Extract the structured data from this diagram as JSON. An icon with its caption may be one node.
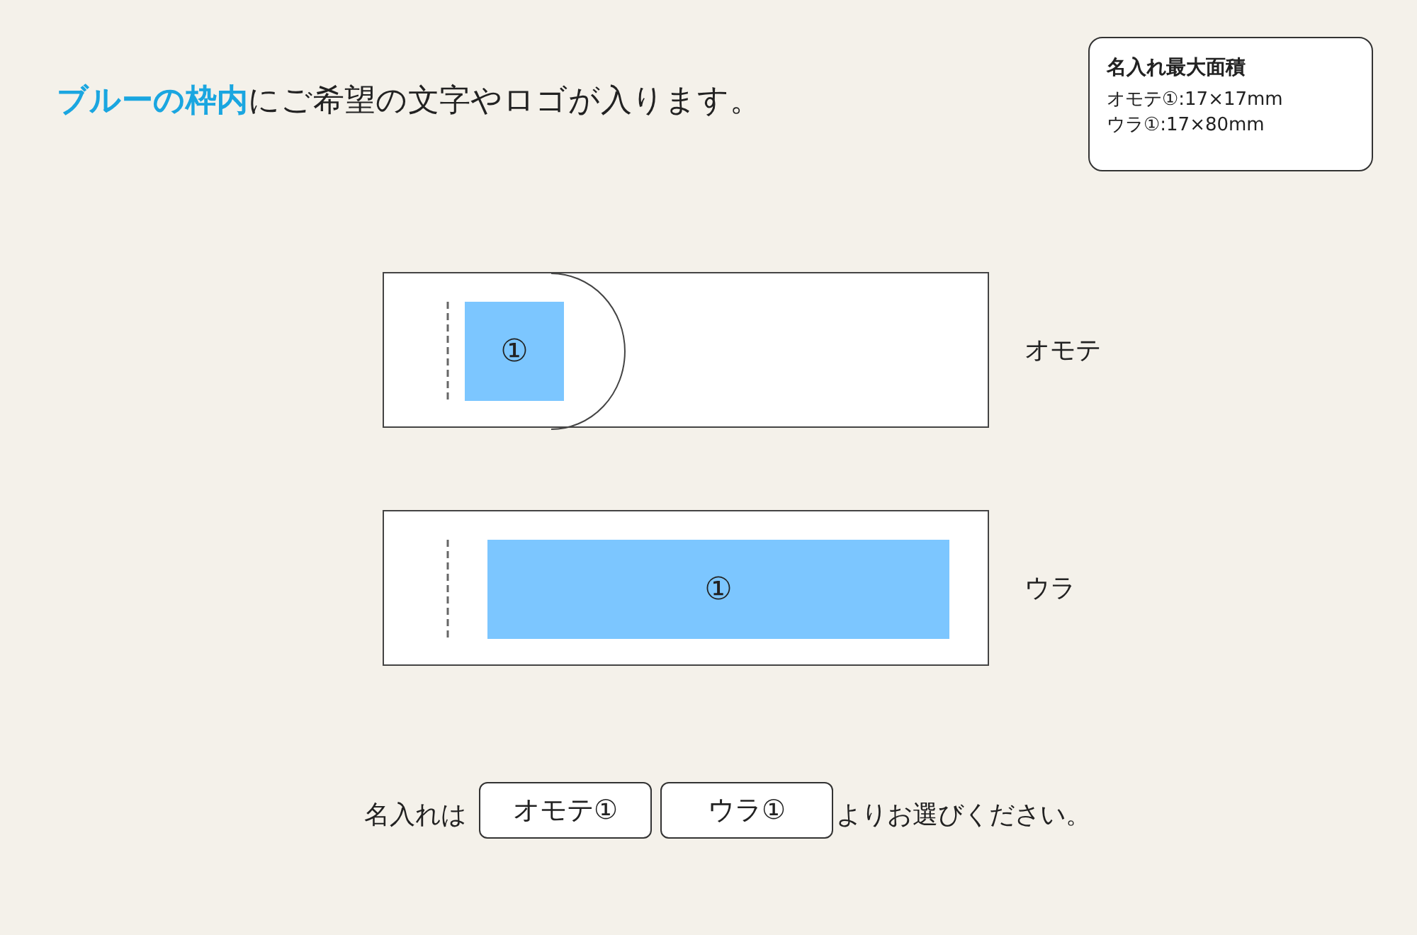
{
  "diagram": {
    "title": "**ブルーの枠内**にご希望の文字やロゴが入ります。",
    "nodes": [
      {
        "text": [
          "名入れ最大面積",
          "オモテ①:17×17mm",
          "ウラ①:17×80mm"
        ]
      },
      {
        "text": [],
        "shape": "box",
        "beside": [
          "オモテ"
        ]
      },
      {
        "text": [
          "①"
        ],
        "in": 1
      },
      {
        "text": [],
        "shape": "box",
        "beside": [
          "ウラ"
        ]
      },
      {
        "text": [
          "①"
        ],
        "in": 3
      },
      {
        "text": [
          "オモテ①"
        ]
      },
      {
        "text": [
          "ウラ①"
        ]
      }
    ],
    "edges": [],
    "labels": [
      "名入れは",
      "よりお選びください。"
    ]
  }
}
